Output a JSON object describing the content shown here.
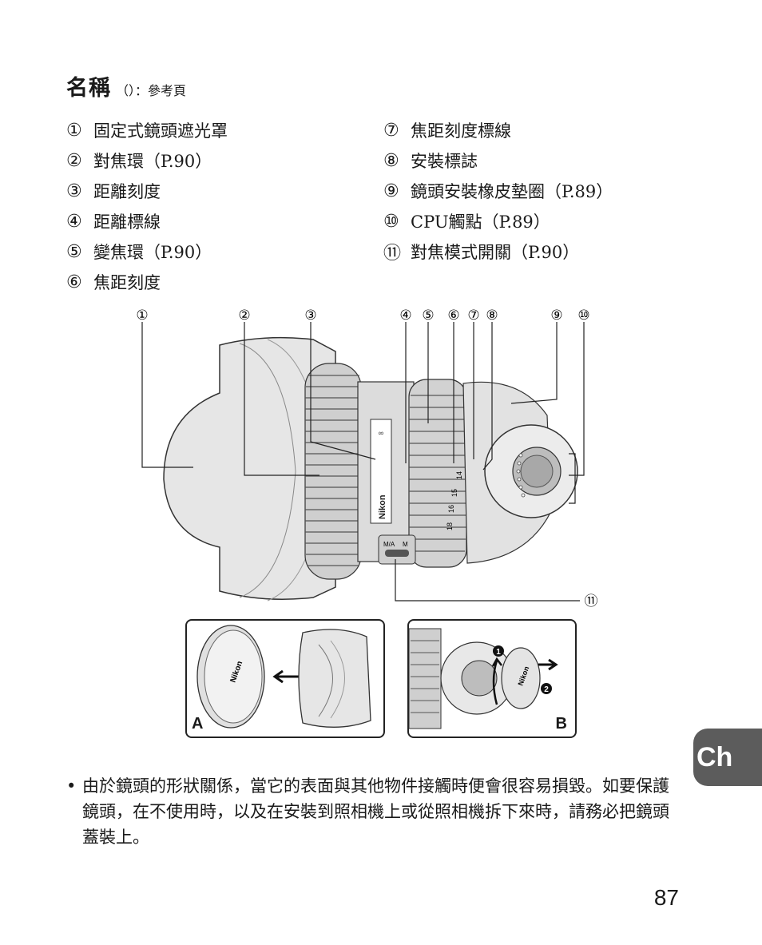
{
  "heading": {
    "title": "名稱",
    "note": "（）：參考頁"
  },
  "parts_left": [
    {
      "num": "1",
      "label": "固定式鏡頭遮光罩"
    },
    {
      "num": "2",
      "label": "對焦環（P.90）"
    },
    {
      "num": "3",
      "label": "距離刻度"
    },
    {
      "num": "4",
      "label": "距離標線"
    },
    {
      "num": "5",
      "label": "變焦環（P.90）"
    },
    {
      "num": "6",
      "label": "焦距刻度"
    }
  ],
  "parts_right": [
    {
      "num": "7",
      "label": "焦距刻度標線"
    },
    {
      "num": "8",
      "label": "安裝標誌"
    },
    {
      "num": "9",
      "label": "鏡頭安裝橡皮墊圈（P.89）"
    },
    {
      "num": "10",
      "label": "CPU觸點（P.89）"
    },
    {
      "num": "11",
      "label": "對焦模式開關（P.90）"
    }
  ],
  "diagram": {
    "callouts": [
      "1",
      "2",
      "3",
      "4",
      "5",
      "6",
      "7",
      "8",
      "9",
      "10",
      "11"
    ],
    "brand": "Nikon",
    "focal_ticks": [
      "14",
      "15",
      "16",
      "18"
    ],
    "switch_labels": [
      "M/A",
      "M"
    ]
  },
  "insets": {
    "a": {
      "letter": "A",
      "cap_brand": "Nikon"
    },
    "b": {
      "letter": "B",
      "cap_brand": "Nikon",
      "steps": [
        "1",
        "2"
      ]
    }
  },
  "note": {
    "bullet": "•",
    "text": "由於鏡頭的形狀關係，當它的表面與其他物件接觸時便會很容易損毀。如要保護鏡頭，在不使用時，以及在安裝到照相機上或從照相機拆下來時，請務必把鏡頭蓋裝上。"
  },
  "side_tab": "Ch",
  "page_number": "87"
}
